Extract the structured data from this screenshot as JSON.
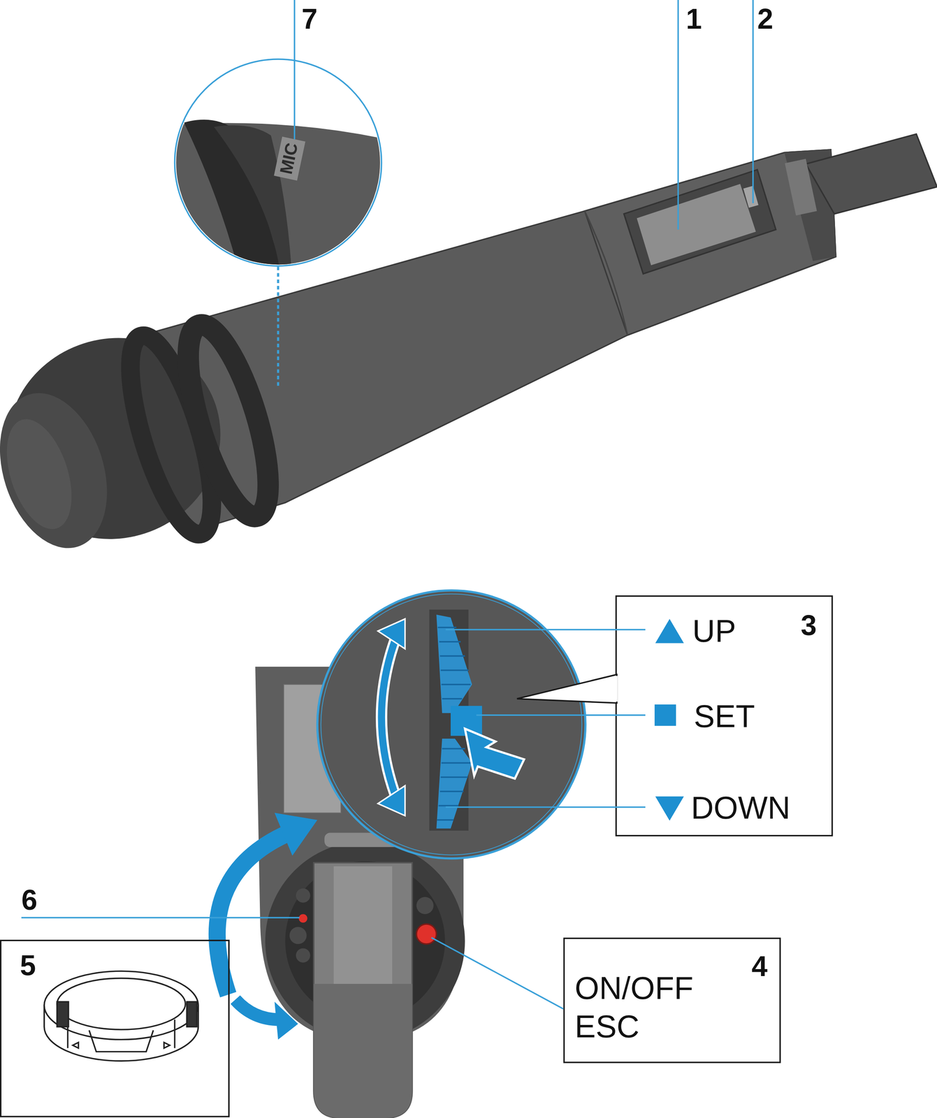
{
  "diagram": {
    "nodes": [
      {
        "text": [
          "3",
          "UP",
          "SET",
          "DOWN"
        ]
      },
      {
        "text": [
          "5"
        ]
      },
      {
        "text": [
          "4",
          "ON/OFF ESC"
        ]
      }
    ],
    "labels": [
      "7",
      "MIC",
      "1",
      "2",
      "6"
    ]
  }
}
